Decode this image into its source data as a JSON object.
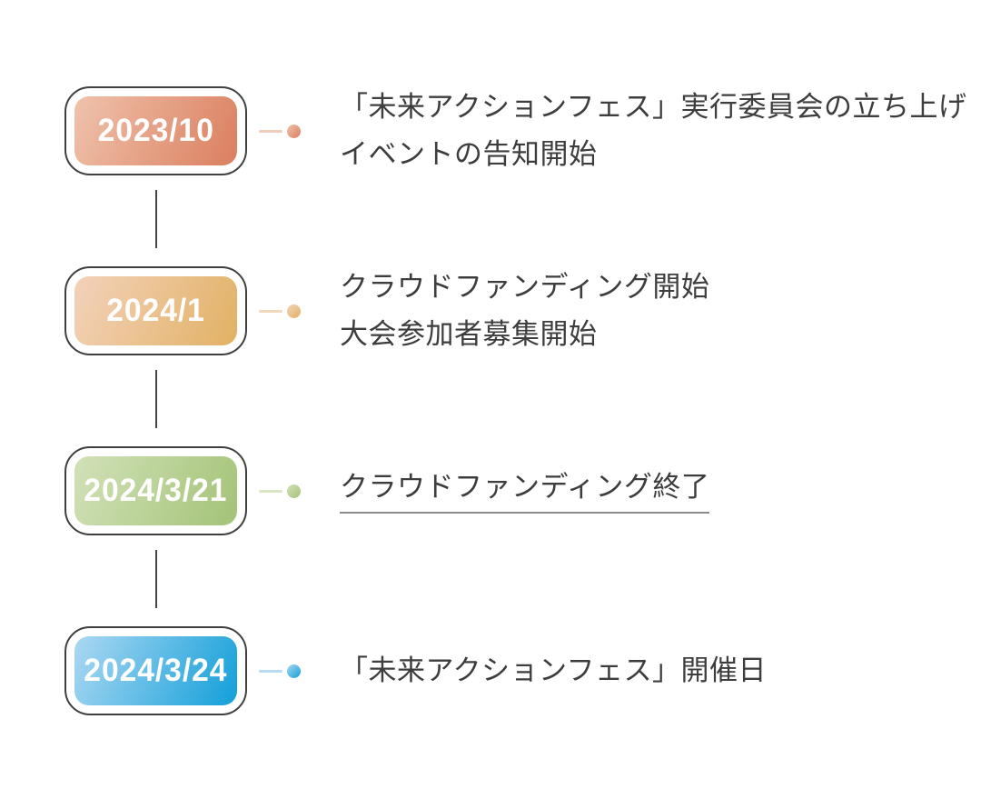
{
  "timeline": {
    "colors": {
      "badge_border": "#3f3f3f",
      "text": "#3d3d3d",
      "underline": "#8c8c8c",
      "connector_line": "#454545"
    },
    "items": [
      {
        "date": "2023/10",
        "description_lines": [
          "「未来アクションフェス」実行委員会の立ち上げ",
          "イベントの告知開始"
        ],
        "underlined": false,
        "gradient_start": "#efc3ac",
        "gradient_end": "#db7e5e",
        "dot_color": "#dd8d6c",
        "line_color": "#f2cdbb"
      },
      {
        "date": "2024/1",
        "description_lines": [
          "クラウドファンディング開始",
          "大会参加者募集開始"
        ],
        "underlined": false,
        "gradient_start": "#f3d2bb",
        "gradient_end": "#e2b164",
        "dot_color": "#e3b368",
        "line_color": "#f0d9bd"
      },
      {
        "date": "2024/3/21",
        "description_lines": [
          "クラウドファンディング終了"
        ],
        "underlined": true,
        "gradient_start": "#d2e1b8",
        "gradient_end": "#a3c377",
        "dot_color": "#a9c77f",
        "line_color": "#d9e5c4"
      },
      {
        "date": "2024/3/24",
        "description_lines": [
          "「未来アクションフェス」開催日"
        ],
        "underlined": false,
        "gradient_start": "#abd8f2",
        "gradient_end": "#129fd9",
        "dot_color": "#3fb0e2",
        "line_color": "#b5dcf2"
      }
    ]
  }
}
